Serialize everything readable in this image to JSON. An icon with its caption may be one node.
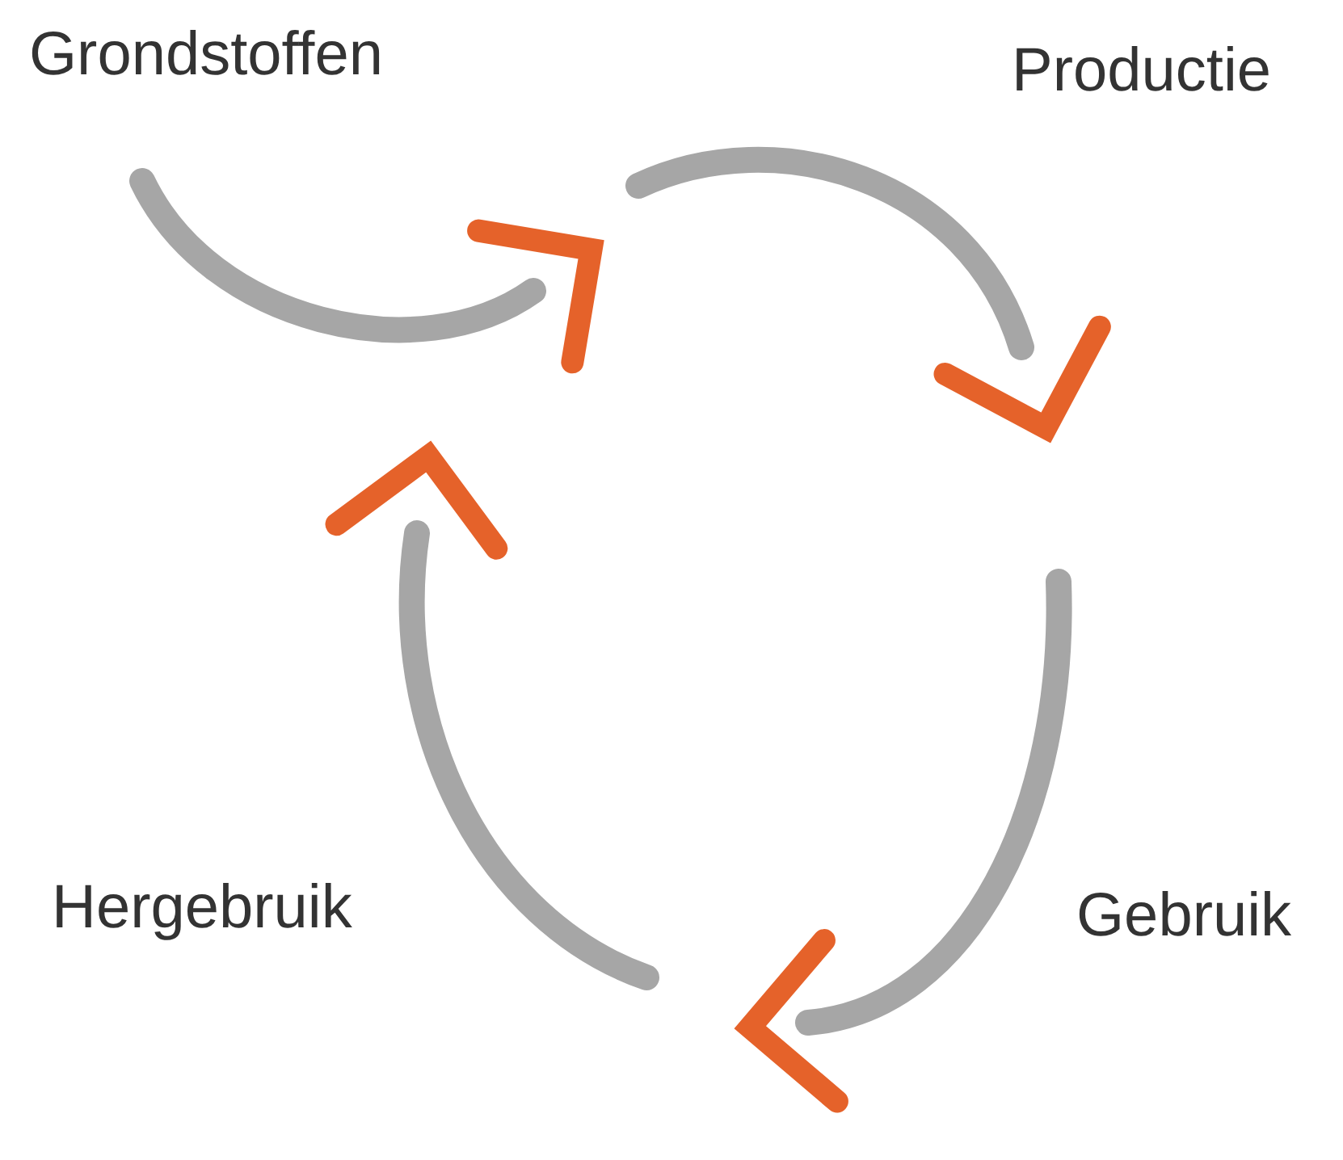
{
  "diagram": {
    "labels": [
      "Grondstoffen",
      "Productie",
      "Hergebruik",
      "Gebruik"
    ]
  }
}
